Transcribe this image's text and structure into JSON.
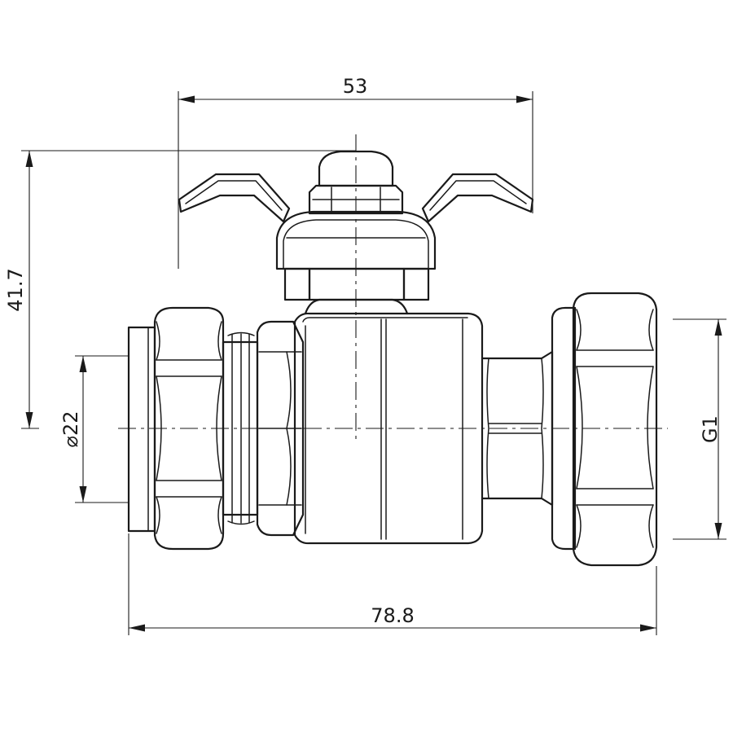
{
  "drawing": {
    "dimensions": {
      "handle_width": "53",
      "height": "41.7",
      "pipe_diameter": "⌀22",
      "thread": "G1",
      "overall_length": "78.8"
    }
  }
}
